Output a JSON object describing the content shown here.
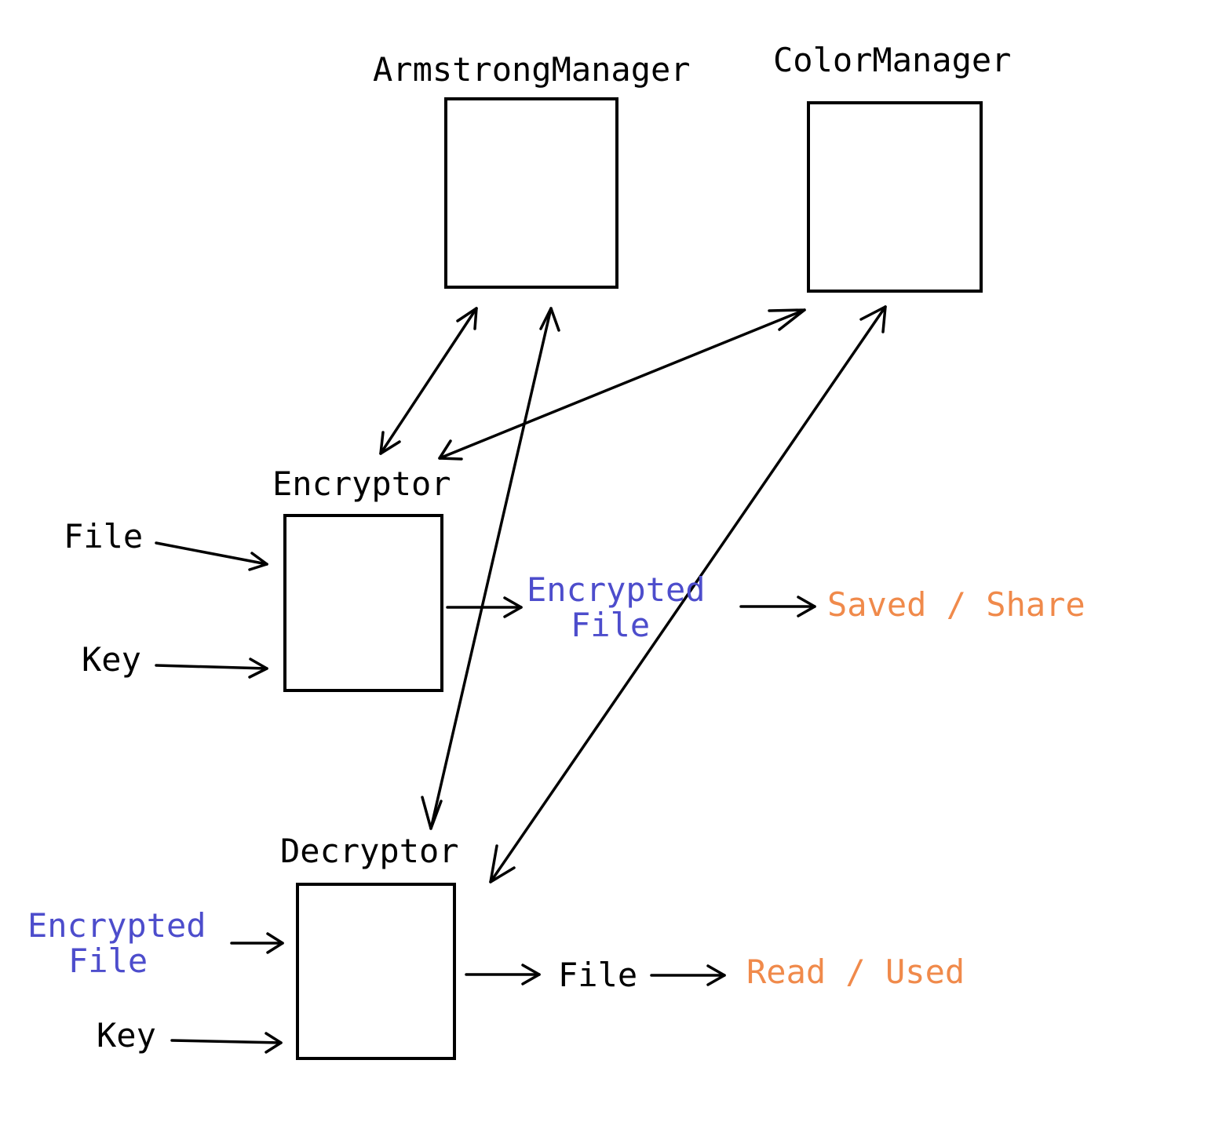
{
  "colors": {
    "ink": "#000000",
    "blue": "#4d4dcc",
    "orange": "#f08a4b",
    "background": "#ffffff"
  },
  "nodes": {
    "armstrong": "ArmstrongManager",
    "color": "ColorManager",
    "encryptor": "Encryptor",
    "decryptor": "Decryptor"
  },
  "encryptor_flow": {
    "input_file": "File",
    "input_key": "Key",
    "output_line1": "Encrypted",
    "output_line2": "File",
    "destination": "Saved / Share"
  },
  "decryptor_flow": {
    "input_line1": "Encrypted",
    "input_line2": "File",
    "input_key": "Key",
    "output": "File",
    "destination": "Read / Used"
  }
}
